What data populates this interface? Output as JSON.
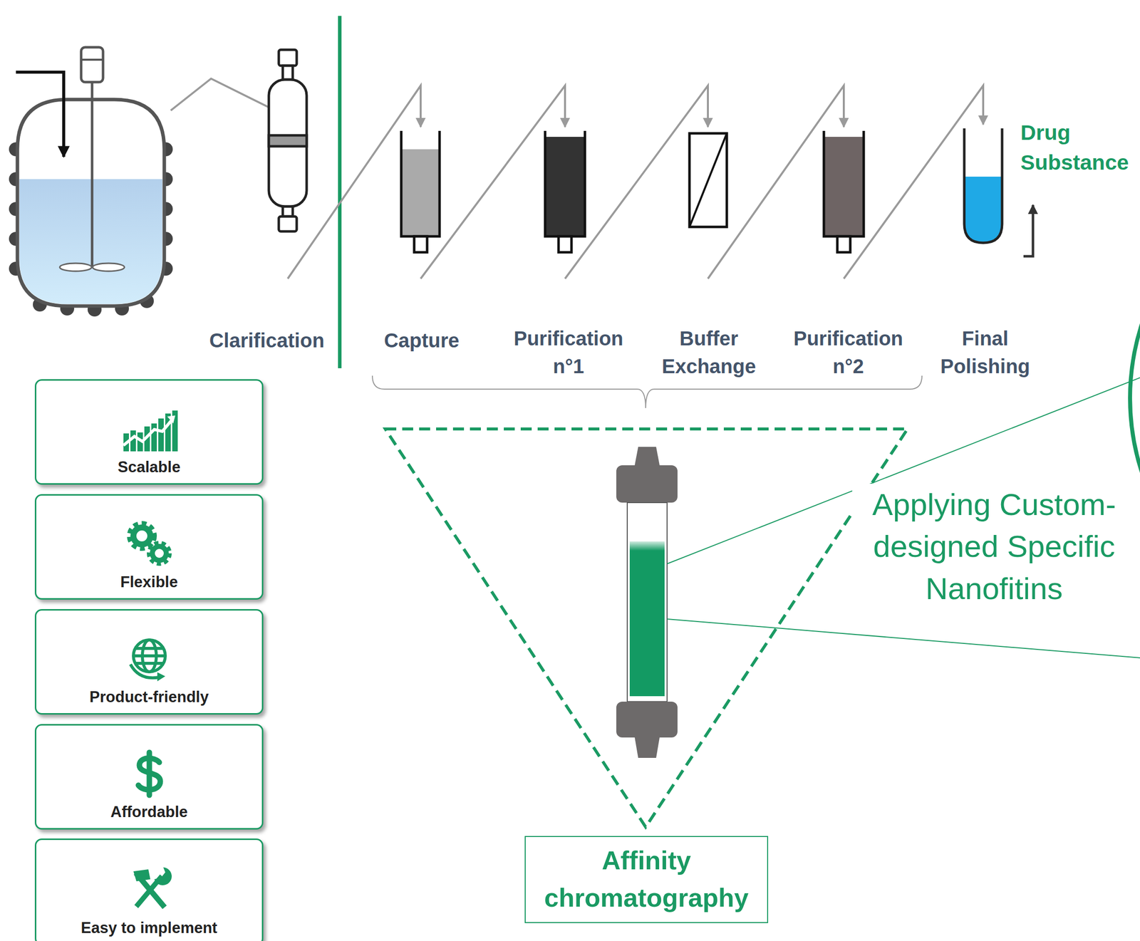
{
  "diagram": {
    "nodes": [
      {
        "text": [
          "Scalable"
        ]
      },
      {
        "text": [
          "Flexible"
        ]
      },
      {
        "text": [
          "Product-friendly"
        ]
      },
      {
        "text": [
          "Affordable"
        ]
      },
      {
        "text": [
          "Easy to implement"
        ]
      },
      {
        "text": [
          "Affinity chromatography"
        ]
      }
    ],
    "labels": [
      "Clarification",
      "Capture",
      "Purification n°1",
      "Buffer Exchange",
      "Purification n°2",
      "Final Polishing",
      "Drug Substance",
      "Applying Custom-designed Specific Nanofitins"
    ]
  }
}
